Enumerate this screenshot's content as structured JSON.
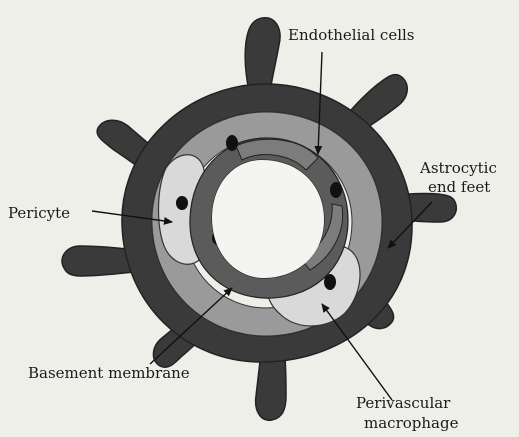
{
  "labels": {
    "endothelial_cells": "Endothelial cells",
    "astrocytic_line1": "Astrocytic",
    "astrocytic_line2": "end feet",
    "pericyte": "Pericyte",
    "basement_membrane": "Basement membrane",
    "perivascular_line1": "Perivascular",
    "perivascular_line2": "macrophage"
  }
}
